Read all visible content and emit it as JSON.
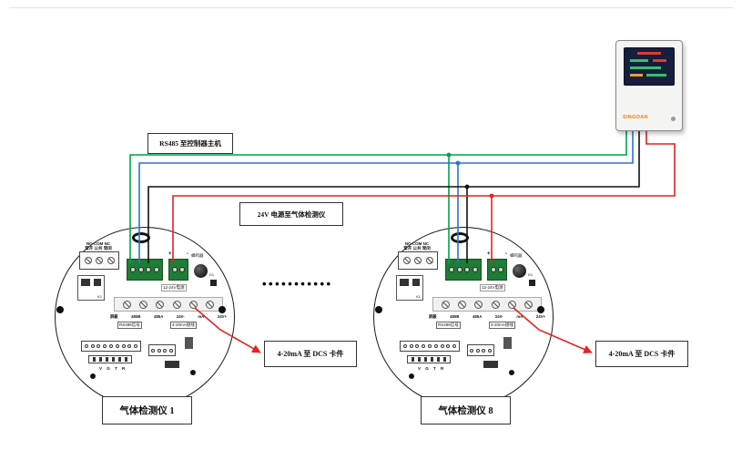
{
  "colors": {
    "wire_green": "#00a14b",
    "wire_blue": "#2f6fd6",
    "wire_black": "#111111",
    "wire_red": "#e8211d"
  },
  "labels": {
    "rs485_to_controller": "RS485 至控制器主机",
    "power_to_detectors": "24V 电源至气体检测仪",
    "dcs_output": "4-20mA 至 DCS 卡件",
    "detector1_caption": "气体检测仪 1",
    "detector8_caption": "气体检测仪 8",
    "separator_dots": "•••••••••••"
  },
  "controller": {
    "brand": "SINGOAN"
  },
  "board": {
    "relay_header_en": "NO COM NC",
    "relay_header_cn": "常开 公共 常闭",
    "plus": "+",
    "minus": "-",
    "buzzer": "蜂鸣器",
    "power_conn_label": "12-24V电源",
    "terminal_labels": [
      "屏蔽",
      "485B",
      "485A",
      "24V-",
      "mA",
      "24V+"
    ],
    "rs485_group_label": "RS485信号",
    "ma_group_label": "4-20mA接线",
    "k1": "K1",
    "d1": "D1",
    "vgtr": "V G T R"
  }
}
